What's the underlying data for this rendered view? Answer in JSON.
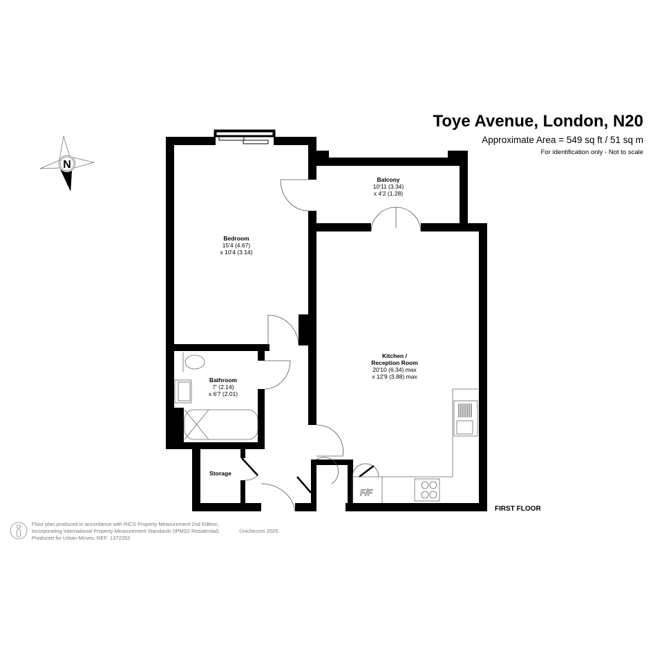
{
  "header": {
    "title": "Toye Avenue, London, N20",
    "area": "Approximate Area = 549 sq ft / 51 sq m",
    "note": "For identification only - Not to scale"
  },
  "compass": {
    "label": "N"
  },
  "floor_label": "FIRST FLOOR",
  "rooms": {
    "balcony": {
      "name": "Balcony",
      "dim1": "10'11 (3.34)",
      "dim2": "x 4'2 (1.28)"
    },
    "bedroom": {
      "name": "Bedroom",
      "dim1": "15'4 (4.67)",
      "dim2": "x 10'4 (3.14)"
    },
    "kitchen": {
      "name": "Kitchen /",
      "name2": "Reception Room",
      "dim1": "20'10 (6.34) max",
      "dim2": "x 12'9 (3.88) max"
    },
    "bathroom": {
      "name": "Bathroom",
      "dim1": "7' (2.14)",
      "dim2": "x 6'7 (2.01)"
    },
    "storage": {
      "name": "Storage"
    }
  },
  "fridge_label": "F/F",
  "footer": {
    "line1": "Floor plan produced in accordance with RICS Property Measurement 2nd Edition,",
    "line2": "Incorporating International Property Measurement Standards (IPMS2 Residential).",
    "line3": "Produced for Urban Moves.   REF: 1372253",
    "copyright": "©nichecom 2025."
  }
}
